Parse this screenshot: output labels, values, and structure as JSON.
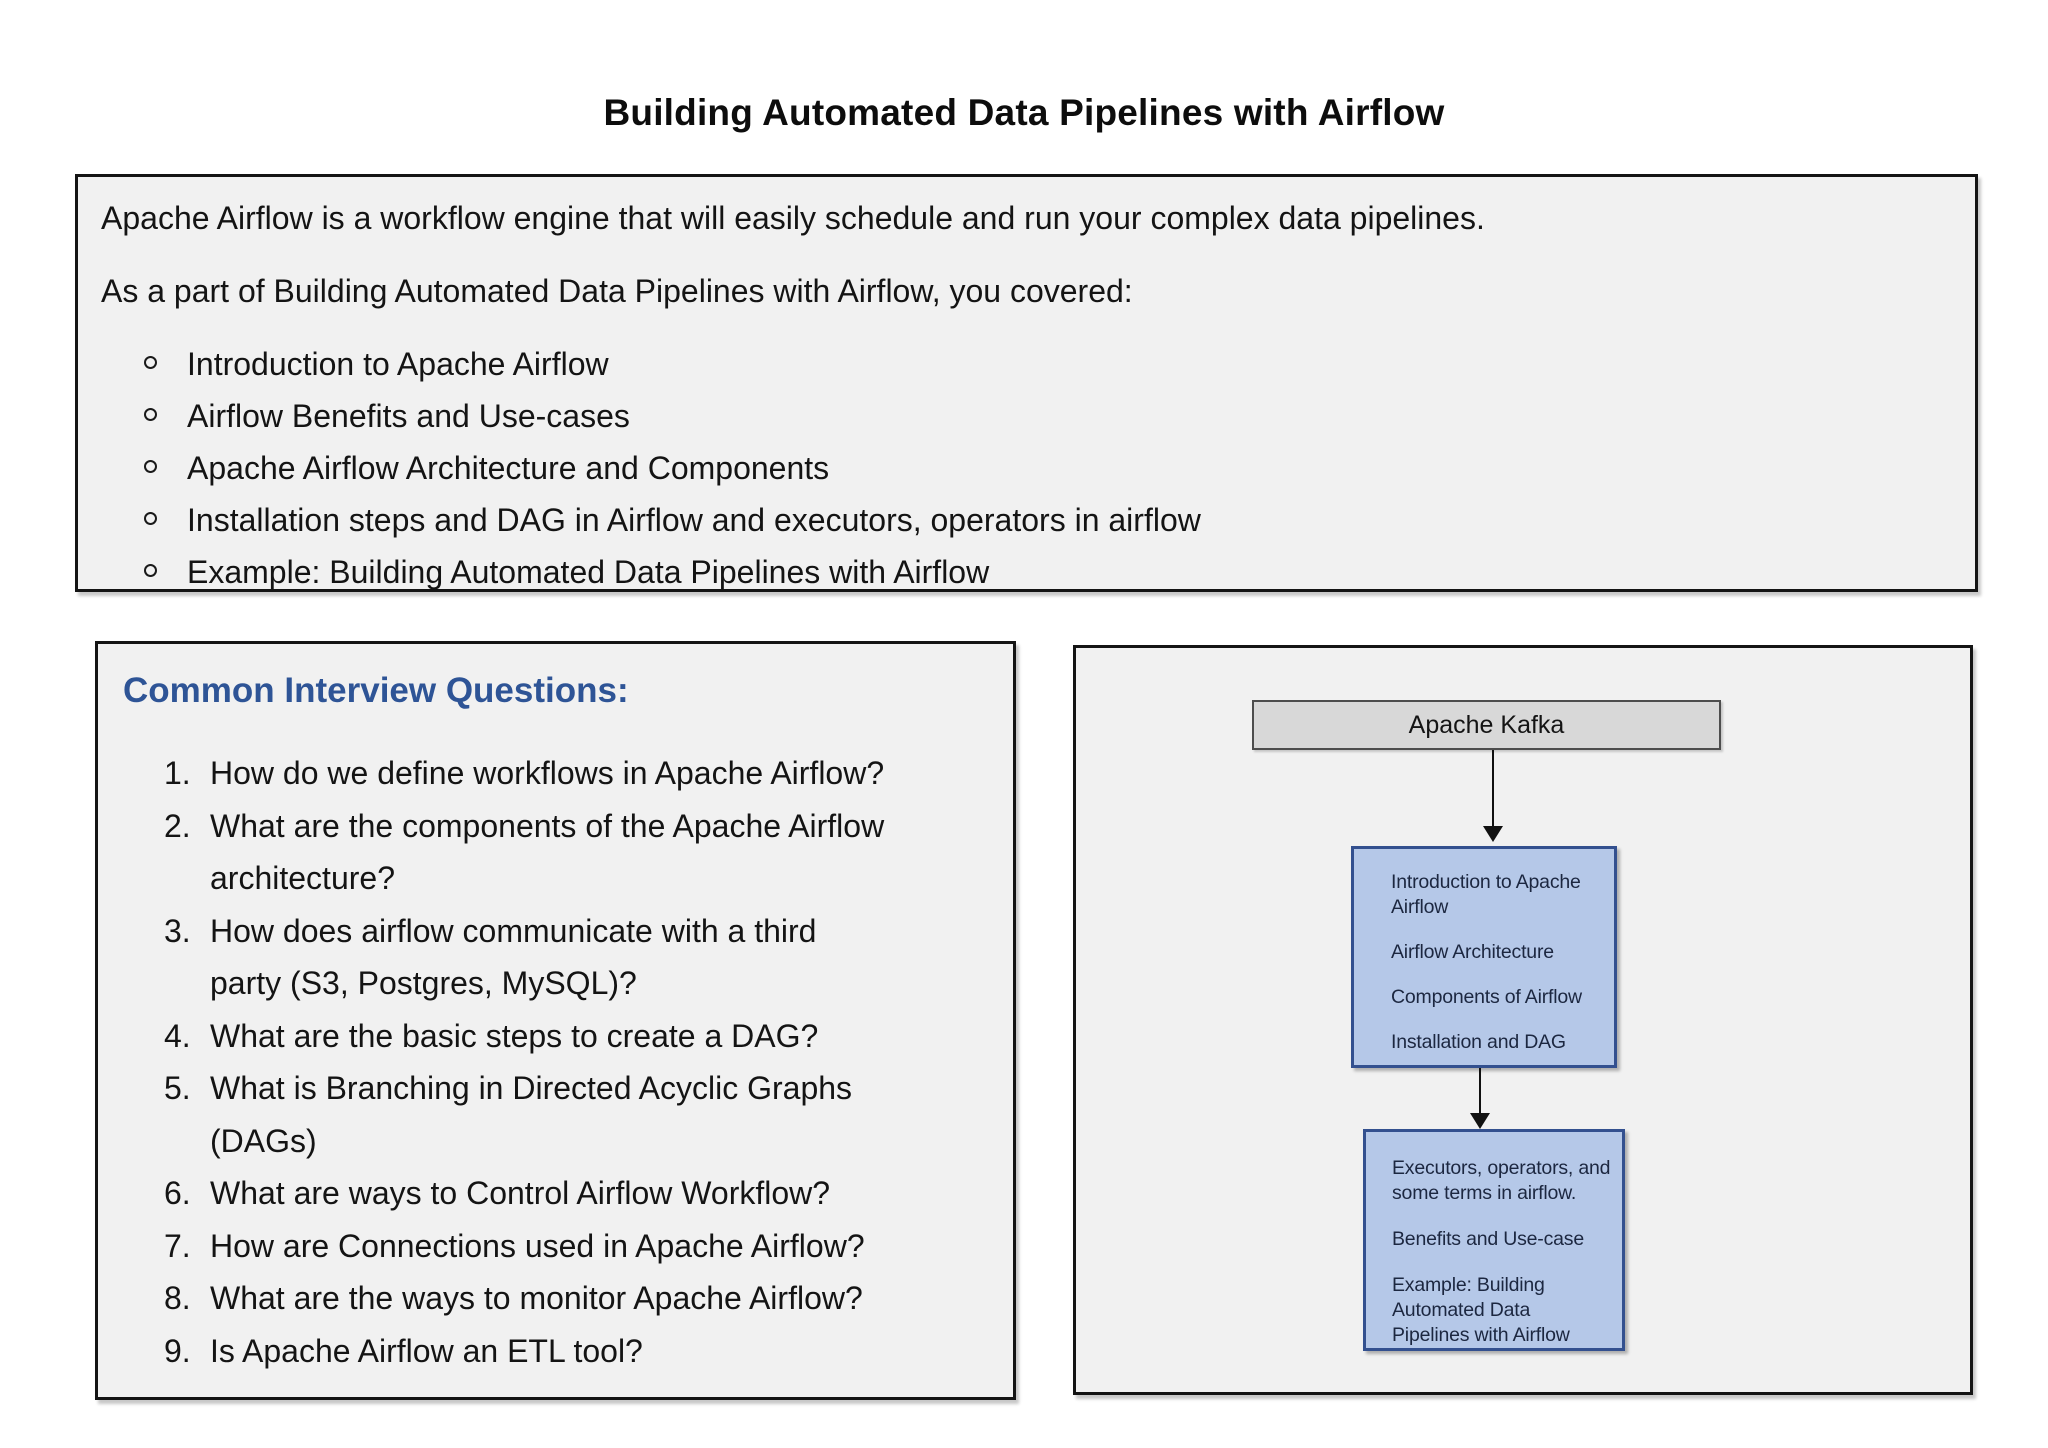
{
  "page": {
    "title": "Building Automated Data Pipelines with Airflow"
  },
  "intro_box": {
    "paragraph_1": "Apache Airflow is a workflow engine that will easily schedule and run your complex data pipelines.",
    "paragraph_2": "As a part of Building Automated Data Pipelines with Airflow, you covered:",
    "bullets": [
      "Introduction to Apache Airflow",
      "Airflow Benefits and Use-cases",
      "Apache Airflow Architecture and Components",
      "Installation steps and DAG in Airflow and executors, operators in airflow",
      "Example: Building Automated Data Pipelines with Airflow"
    ]
  },
  "questions_box": {
    "heading": "Common Interview Questions:",
    "questions": [
      "How do we define workflows in Apache Airflow?",
      "What are the components of the Apache Airflow\narchitecture?",
      "How does airflow communicate with a third\nparty (S3, Postgres, MySQL)?",
      "What are the basic steps to create a DAG?",
      "What is Branching in Directed Acyclic Graphs\n(DAGs)",
      "What are ways to Control Airflow Workflow?",
      "How are Connections used in Apache Airflow?",
      "What are the ways to monitor Apache Airflow?",
      "Is Apache Airflow an ETL tool?"
    ]
  },
  "diagram": {
    "root_label": "Apache Kafka",
    "node_1": {
      "items": [
        "Introduction to Apache\nAirflow",
        "Airflow Architecture",
        "Components of Airflow",
        "Installation and DAG"
      ]
    },
    "node_2": {
      "items": [
        "Executors, operators, and\nsome terms in airflow.",
        "Benefits and Use-case",
        "Example: Building\nAutomated Data\nPipelines with Airflow"
      ]
    }
  },
  "colors": {
    "heading_blue": "#2e5496",
    "node_fill": "#b5c8e8",
    "node_border": "#33508f",
    "root_node_fill": "#d8d8d8",
    "panel_bg": "#f1f1f1",
    "panel_border": "#141414"
  }
}
